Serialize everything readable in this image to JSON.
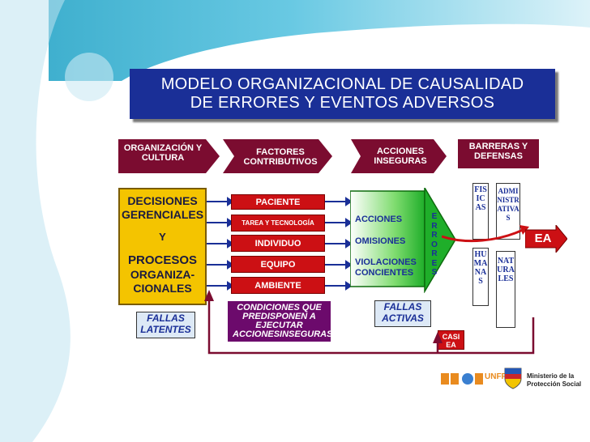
{
  "title_line1": "MODELO ORGANIZACIONAL DE CAUSALIDAD",
  "title_line2": "DE ERRORES Y EVENTOS ADVERSOS",
  "headers": {
    "organizacion": "ORGANIZACIÓN Y CULTURA",
    "factores": "FACTORES CONTRIBUTIVOS",
    "acciones": "ACCIONES INSEGURAS",
    "barreras": "BARRERAS Y DEFENSAS"
  },
  "decisiones_box": {
    "line1": "DECISIONES",
    "line2": "GERENCIALES",
    "line3": "Y",
    "line4": "PROCESOS",
    "line5": "ORGANIZA-",
    "line6": "CIONALES"
  },
  "factores_items": [
    "PACIENTE",
    "TAREA Y TECNOLOGÍA",
    "INDIVIDUO",
    "EQUIPO",
    "AMBIENTE"
  ],
  "condiciones_text": "CONDICIONES QUE PREDISPONEN A EJECUTAR ACCIONESINSEGURAS",
  "acciones_items": [
    "ACCIONES",
    "OMISIONES",
    "VIOLACIONES CONCIENTES"
  ],
  "errores_label": "ERRORES",
  "fallas_latentes": "FALLAS LATENTES",
  "fallas_activas": "FALLAS ACTIVAS",
  "barreras": {
    "fisicas": "FISICAS",
    "administrativas": "ADMINISTRATIVAS",
    "humanas": "HUMANAS",
    "naturales": "NATURALES"
  },
  "ea_label": "EA",
  "casi_ea_label": "CASI EA",
  "logos": {
    "unfpa": "UNFPA",
    "ministerio": "Ministerio de la Protección Social"
  },
  "colors": {
    "title_bg": "#1a2f97",
    "header_bg": "#7b0c30",
    "factor_bg": "#cc1014",
    "decisiones_bg": "#f4c400",
    "condiciones_bg": "#6c0a6c",
    "acciones_bg": "#34c434",
    "ea_bg": "#cc1014"
  }
}
